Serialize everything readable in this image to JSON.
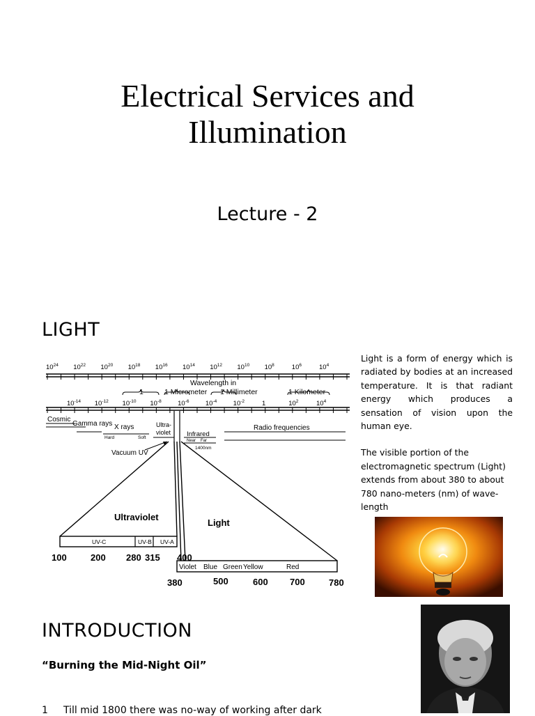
{
  "title": {
    "line1": "Electrical Services and",
    "line2": "Illumination"
  },
  "subtitle": "Lecture - 2",
  "light_heading": "LIGHT",
  "description": {
    "para1": "Light is a form of energy which is radiated by bodies at an increased temperature. It is that radiant energy which produces a sensation of vision upon the human eye.",
    "para2": "The visible portion of the electromagnetic spectrum (Light) extends from about 380 to about 780 nano-meters (nm) of wave-length"
  },
  "intro_heading": "INTRODUCTION",
  "quote": "“Burning the Mid-Night Oil”",
  "list": [
    {
      "num": "1",
      "text": "Till mid 1800 there was no-way of working after dark"
    }
  ],
  "diagram": {
    "top_powers": [
      "24",
      "22",
      "20",
      "18",
      "16",
      "14",
      "12",
      "10",
      "8",
      "6",
      "4"
    ],
    "wavelength_label": "Wavelength in",
    "unit_labels": [
      "1",
      "1 Micrometer",
      "1 Millimeter",
      "1 Kilometer"
    ],
    "bottom_powers": [
      "-14",
      "-12",
      "-10",
      "-8",
      "-6",
      "-4",
      "-2",
      "",
      "2",
      "4"
    ],
    "one_label": "1",
    "base": "10",
    "band_labels": {
      "cosmic": "Cosmic",
      "gamma": "Gamma rays",
      "xrays": "X rays",
      "hard": "Hard",
      "soft": "Soft",
      "ultra": "Ultra-",
      "violet": "violet",
      "infrared": "Infrared",
      "near": "Near",
      "far": "Far",
      "nm1400": "1400nm",
      "radio": "Radio frequencies",
      "vacuum_uv": "Vacuum UV"
    },
    "ultraviolet_label": "Ultraviolet",
    "light_label": "Light",
    "uv_sub": [
      "UV-C",
      "UV-B",
      "UV-A"
    ],
    "uv_scale": [
      "100",
      "200",
      "280",
      "315",
      "400"
    ],
    "visible_colors": [
      "Violet",
      "Blue",
      "Green",
      "Yellow",
      "Red"
    ],
    "visible_scale": [
      "380",
      "500",
      "600",
      "700",
      "780"
    ]
  },
  "images": {
    "bulb": "light-bulb-photo",
    "portrait": "portrait-photo"
  }
}
